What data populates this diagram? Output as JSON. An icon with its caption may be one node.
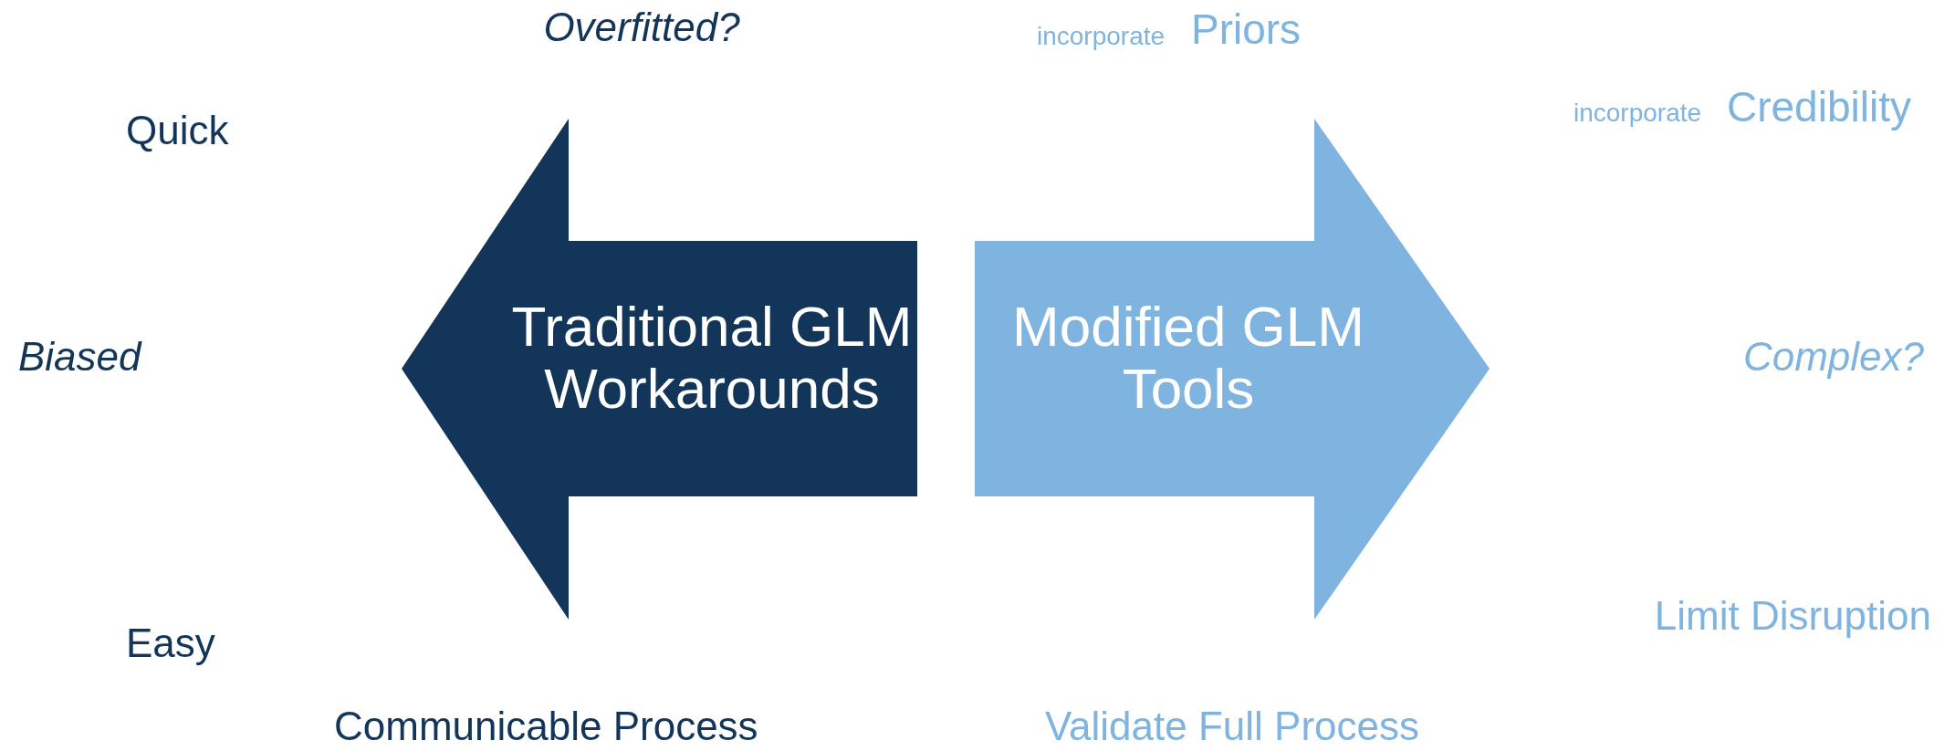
{
  "diagram": {
    "nodes": [
      {
        "text": [
          "Traditional GLM Workarounds"
        ]
      },
      {
        "text": [
          "Modified GLM Tools"
        ]
      }
    ],
    "edges": [],
    "labels": [
      "Overfitted?",
      "incorporate",
      "Priors",
      "Quick",
      "incorporate",
      "Credibility",
      "Biased",
      "Complex?",
      "Easy",
      "Limit Disruption",
      "Communicable Process",
      "Validate Full Process"
    ]
  }
}
